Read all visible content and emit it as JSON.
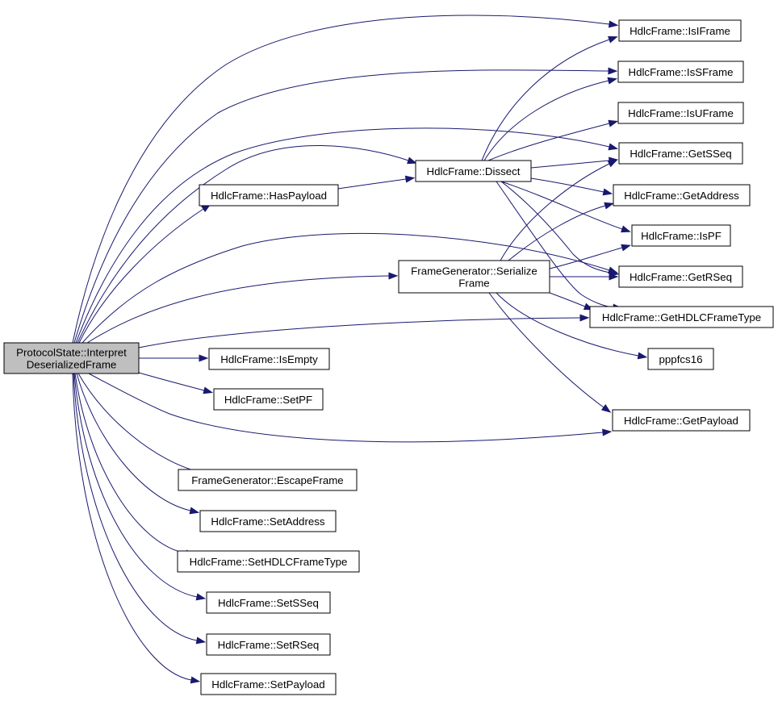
{
  "graph": {
    "title": "",
    "colors": {
      "edge": "#191970",
      "node_border": "#000000",
      "root_fill": "#bfbfbf",
      "node_fill": "#ffffff"
    },
    "nodes": {
      "root": {
        "lines": [
          "ProtocolState::Interpret",
          "DeserializedFrame"
        ]
      },
      "isIFrame": {
        "lines": [
          "HdlcFrame::IsIFrame"
        ]
      },
      "isSFrame": {
        "lines": [
          "HdlcFrame::IsSFrame"
        ]
      },
      "isUFrame": {
        "lines": [
          "HdlcFrame::IsUFrame"
        ]
      },
      "getSSeq": {
        "lines": [
          "HdlcFrame::GetSSeq"
        ]
      },
      "dissect": {
        "lines": [
          "HdlcFrame::Dissect"
        ]
      },
      "hasPayload": {
        "lines": [
          "HdlcFrame::HasPayload"
        ]
      },
      "getAddress": {
        "lines": [
          "HdlcFrame::GetAddress"
        ]
      },
      "isPF": {
        "lines": [
          "HdlcFrame::IsPF"
        ]
      },
      "serializeFrame": {
        "lines": [
          "FrameGenerator::Serialize",
          "Frame"
        ]
      },
      "getRSeq": {
        "lines": [
          "HdlcFrame::GetRSeq"
        ]
      },
      "getHDLCFrameType": {
        "lines": [
          "HdlcFrame::GetHDLCFrameType"
        ]
      },
      "isEmpty": {
        "lines": [
          "HdlcFrame::IsEmpty"
        ]
      },
      "pppfcs16": {
        "lines": [
          "pppfcs16"
        ]
      },
      "setPF": {
        "lines": [
          "HdlcFrame::SetPF"
        ]
      },
      "getPayload": {
        "lines": [
          "HdlcFrame::GetPayload"
        ]
      },
      "escapeFrame": {
        "lines": [
          "FrameGenerator::EscapeFrame"
        ]
      },
      "setAddress": {
        "lines": [
          "HdlcFrame::SetAddress"
        ]
      },
      "setHDLCFrameType": {
        "lines": [
          "HdlcFrame::SetHDLCFrameType"
        ]
      },
      "setSSeq": {
        "lines": [
          "HdlcFrame::SetSSeq"
        ]
      },
      "setRSeq": {
        "lines": [
          "HdlcFrame::SetRSeq"
        ]
      },
      "setPayload": {
        "lines": [
          "HdlcFrame::SetPayload"
        ]
      }
    },
    "edges": [
      [
        "root",
        "isIFrame"
      ],
      [
        "root",
        "isSFrame"
      ],
      [
        "root",
        "getSSeq"
      ],
      [
        "root",
        "dissect"
      ],
      [
        "root",
        "hasPayload"
      ],
      [
        "root",
        "getRSeq"
      ],
      [
        "root",
        "serializeFrame"
      ],
      [
        "root",
        "getHDLCFrameType"
      ],
      [
        "root",
        "isEmpty"
      ],
      [
        "root",
        "setPF"
      ],
      [
        "root",
        "getPayload"
      ],
      [
        "root",
        "escapeFrame"
      ],
      [
        "root",
        "setAddress"
      ],
      [
        "root",
        "setHDLCFrameType"
      ],
      [
        "root",
        "setSSeq"
      ],
      [
        "root",
        "setRSeq"
      ],
      [
        "root",
        "setPayload"
      ],
      [
        "hasPayload",
        "dissect"
      ],
      [
        "dissect",
        "isIFrame"
      ],
      [
        "dissect",
        "isSFrame"
      ],
      [
        "dissect",
        "isUFrame"
      ],
      [
        "dissect",
        "getSSeq"
      ],
      [
        "dissect",
        "getAddress"
      ],
      [
        "dissect",
        "isPF"
      ],
      [
        "dissect",
        "getRSeq"
      ],
      [
        "dissect",
        "getHDLCFrameType"
      ],
      [
        "serializeFrame",
        "getSSeq"
      ],
      [
        "serializeFrame",
        "getAddress"
      ],
      [
        "serializeFrame",
        "isPF"
      ],
      [
        "serializeFrame",
        "getRSeq"
      ],
      [
        "serializeFrame",
        "getHDLCFrameType"
      ],
      [
        "serializeFrame",
        "pppfcs16"
      ],
      [
        "serializeFrame",
        "getPayload"
      ]
    ]
  }
}
